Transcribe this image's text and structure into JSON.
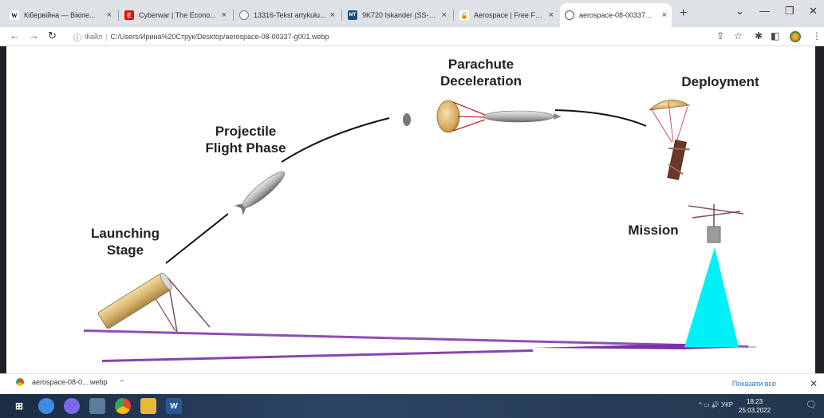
{
  "browser": {
    "tabs": [
      {
        "title": "Кібервійна — Вікіпе...",
        "icon": "w-icon",
        "active": false
      },
      {
        "title": "Cyberwar | The Econo...",
        "icon": "economist-icon",
        "active": false
      },
      {
        "title": "13316-Tekst artykułu...",
        "icon": "globe-icon",
        "active": false
      },
      {
        "title": "9K720 Iskander (SS-2...",
        "icon": "mt-icon",
        "active": false
      },
      {
        "title": "Aerospace | Free Full...",
        "icon": "mdpi-icon",
        "active": false
      },
      {
        "title": "aerospace-08-00337...",
        "icon": "globe-icon",
        "active": true
      }
    ],
    "new_tab": "+",
    "address_label": "Файл",
    "address_url": "C:/Users/Ирина%20Струк/Desktop/aerospace-08-00337-g001.webp"
  },
  "figure": {
    "labels": {
      "launch": [
        "Launching",
        "Stage"
      ],
      "flight": [
        "Projectile",
        "Flight Phase"
      ],
      "parachute": [
        "Parachute",
        "Deceleration"
      ],
      "deployment": "Deployment",
      "mission": "Mission"
    }
  },
  "downloads": {
    "file_name": "aerospace-08-0....webp",
    "show_all": "Показати все"
  },
  "taskbar": {
    "tray_text": "УКР",
    "time": "18:23",
    "date": "25.03.2022"
  },
  "colors": {
    "ground_purple": "#7b2fa8",
    "cone_cyan": "#00f0f8",
    "active_tab": "#ffffff"
  }
}
